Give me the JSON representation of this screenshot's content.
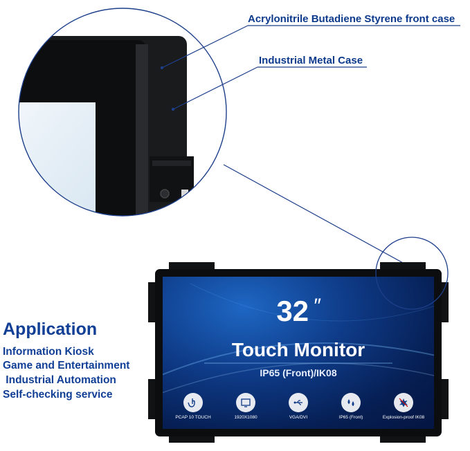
{
  "callouts": {
    "front_case": "Acrylonitrile Butadiene Styrene front case",
    "metal_case": "Industrial Metal Case"
  },
  "application": {
    "title": "Application",
    "items": [
      "Information Kiosk",
      "Game and Entertainment",
      " Industrial Automation",
      "Self-checking service"
    ]
  },
  "screen": {
    "size": "32",
    "size_mark": "″",
    "title": "Touch Monitor",
    "subtitle": "IP65 (Front)/IK08",
    "features": [
      {
        "label": "PCAP 10 TOUCH",
        "icon": "touch-hand-icon"
      },
      {
        "label": "1920X1080",
        "icon": "ppi-icon"
      },
      {
        "label": "VGA/DVI",
        "icon": "usb-icon"
      },
      {
        "label": "IP65 (Front)",
        "icon": "water-drops-icon"
      },
      {
        "label": "Explosion-proof IK08",
        "icon": "explosion-proof-icon"
      }
    ]
  },
  "colors": {
    "label_blue": "#0d3a8c",
    "screen_blue": "#0e3a86",
    "line_blue": "#1d3f8a"
  }
}
